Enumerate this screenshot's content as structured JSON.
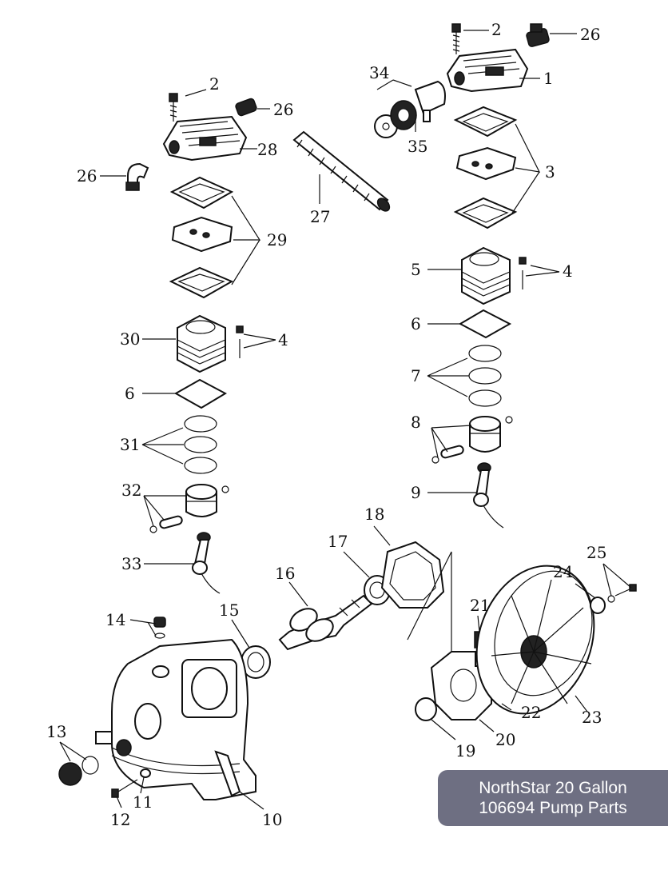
{
  "badge": {
    "line1": "NorthStar 20 Gallon",
    "line2": "106694 Pump Parts"
  },
  "callouts": [
    {
      "id": "c1",
      "text": "1"
    },
    {
      "id": "c2a",
      "text": "2"
    },
    {
      "id": "c2b",
      "text": "2"
    },
    {
      "id": "c3",
      "text": "3"
    },
    {
      "id": "c4a",
      "text": "4"
    },
    {
      "id": "c4b",
      "text": "4"
    },
    {
      "id": "c5",
      "text": "5"
    },
    {
      "id": "c6a",
      "text": "6"
    },
    {
      "id": "c6b",
      "text": "6"
    },
    {
      "id": "c7",
      "text": "7"
    },
    {
      "id": "c8",
      "text": "8"
    },
    {
      "id": "c9",
      "text": "9"
    },
    {
      "id": "c10",
      "text": "10"
    },
    {
      "id": "c11",
      "text": "11"
    },
    {
      "id": "c12",
      "text": "12"
    },
    {
      "id": "c13",
      "text": "13"
    },
    {
      "id": "c14",
      "text": "14"
    },
    {
      "id": "c15",
      "text": "15"
    },
    {
      "id": "c16",
      "text": "16"
    },
    {
      "id": "c17",
      "text": "17"
    },
    {
      "id": "c18",
      "text": "18"
    },
    {
      "id": "c19",
      "text": "19"
    },
    {
      "id": "c20",
      "text": "20"
    },
    {
      "id": "c21",
      "text": "21"
    },
    {
      "id": "c22",
      "text": "22"
    },
    {
      "id": "c23",
      "text": "23"
    },
    {
      "id": "c24",
      "text": "24"
    },
    {
      "id": "c25",
      "text": "25"
    },
    {
      "id": "c26a",
      "text": "26"
    },
    {
      "id": "c26b",
      "text": "26"
    },
    {
      "id": "c26c",
      "text": "26"
    },
    {
      "id": "c27",
      "text": "27"
    },
    {
      "id": "c28",
      "text": "28"
    },
    {
      "id": "c29",
      "text": "29"
    },
    {
      "id": "c30",
      "text": "30"
    },
    {
      "id": "c31",
      "text": "31"
    },
    {
      "id": "c32",
      "text": "32"
    },
    {
      "id": "c33",
      "text": "33"
    },
    {
      "id": "c34",
      "text": "34"
    },
    {
      "id": "c35",
      "text": "35"
    }
  ]
}
